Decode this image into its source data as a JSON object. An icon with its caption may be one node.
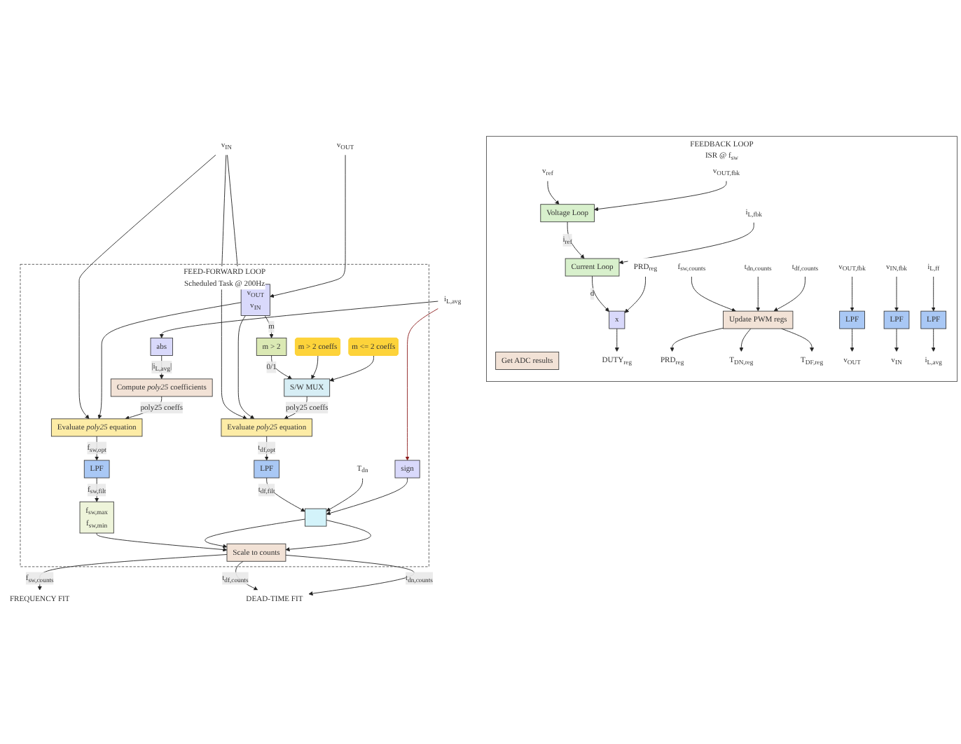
{
  "diagram": {
    "nodes": [
      {
        "text": [
          "FEED-FORWARD LOOP",
          "Scheduled Task @ 200Hz"
        ]
      },
      {
        "text": [
          "i$_{L,avg}$"
        ]
      },
      {
        "text": [
          "v$_{IN}$"
        ]
      },
      {
        "text": [
          "v$_{OUT}$"
        ]
      },
      {
        "text": [
          "v$_{OUT}$",
          "v$_{IN}$"
        ],
        "in": 0
      },
      {
        "text": [
          "abs"
        ],
        "in": 0
      },
      {
        "text": [
          "Compute *poly25* coefficients"
        ],
        "in": 0
      },
      {
        "text": [
          "Evaluate *poly25* equation"
        ],
        "in": 0
      },
      {
        "text": [
          "LPF"
        ],
        "in": 0
      },
      {
        "text": [
          "f$_{sw,max}$",
          "f$_{sw,min}$"
        ],
        "in": 0
      },
      {
        "text": [
          "m > 2"
        ],
        "in": 0
      },
      {
        "text": [
          "m > 2 coeffs"
        ],
        "in": 0
      },
      {
        "text": [
          "m <= 2 coeffs"
        ],
        "in": 0
      },
      {
        "text": [
          "S/W MUX"
        ],
        "in": 0
      },
      {
        "text": [
          "Evaluate *poly25* equation"
        ],
        "in": 0
      },
      {
        "text": [
          "LPF"
        ],
        "in": 0
      },
      {
        "text": [
          "sign"
        ],
        "in": 0
      },
      {
        "text": [
          "T$_{dn}$"
        ],
        "in": 0
      },
      {
        "text": [],
        "shape": "box",
        "in": 0
      },
      {
        "text": [
          "Scale to counts"
        ],
        "in": 0
      },
      {
        "text": [
          "FREQUENCY FIT"
        ]
      },
      {
        "text": [
          "DEAD-TIME FIT"
        ]
      },
      {
        "text": [
          "FEEDBACK LOOP",
          "ISR @ f$_{sw}$"
        ]
      },
      {
        "text": [
          "Get ADC results"
        ],
        "in": 22
      },
      {
        "text": [
          "v$_{ref}$"
        ],
        "in": 22
      },
      {
        "text": [
          "v$_{OUT,fbk}$"
        ],
        "in": 22
      },
      {
        "text": [
          "Voltage Loop"
        ],
        "in": 22
      },
      {
        "text": [
          "i$_{L,fbk}$"
        ],
        "in": 22
      },
      {
        "text": [
          "Current Loop"
        ],
        "in": 22
      },
      {
        "text": [
          "PRD$_{reg}$"
        ],
        "in": 22
      },
      {
        "text": [
          "x"
        ],
        "in": 22
      },
      {
        "text": [
          "DUTY$_{reg}$"
        ],
        "in": 22
      },
      {
        "text": [
          "f$_{sw,counts}$"
        ],
        "in": 22
      },
      {
        "text": [
          "t$_{dn,counts}$"
        ],
        "in": 22
      },
      {
        "text": [
          "t$_{df,counts}$"
        ],
        "in": 22
      },
      {
        "text": [
          "Update PWM regs"
        ],
        "in": 22
      },
      {
        "text": [
          "PRD$_{reg}$"
        ],
        "in": 22
      },
      {
        "text": [
          "T$_{DN,reg}$"
        ],
        "in": 22
      },
      {
        "text": [
          "T$_{DF,reg}$"
        ],
        "in": 22
      },
      {
        "text": [
          "v$_{OUT,fbk}$"
        ],
        "in": 22
      },
      {
        "text": [
          "LPF"
        ],
        "in": 22
      },
      {
        "text": [
          "v$_{OUT}$"
        ],
        "in": 22
      },
      {
        "text": [
          "v$_{IN,fbk}$"
        ],
        "in": 22
      },
      {
        "text": [
          "LPF"
        ],
        "in": 22
      },
      {
        "text": [
          "v$_{IN}$"
        ],
        "in": 22
      },
      {
        "text": [
          "i$_{L,ff}$"
        ],
        "in": 22
      },
      {
        "text": [
          "LPF"
        ],
        "in": 22
      },
      {
        "text": [
          "i$_{L,avg}$"
        ],
        "in": 22
      }
    ],
    "edges": [
      {
        "from": 1,
        "to": 5,
        "arrow": "to"
      },
      {
        "from": 1,
        "to": 16,
        "arrow": "to",
        "color": "#8b1a1a"
      },
      {
        "from": 2,
        "to": 4,
        "arrow": "to"
      },
      {
        "from": 3,
        "to": 4,
        "arrow": "to"
      },
      {
        "from": 2,
        "to": 7,
        "arrow": "to"
      },
      {
        "from": 2,
        "to": 14,
        "arrow": "to"
      },
      {
        "from": 4,
        "to": 7,
        "arrow": "to"
      },
      {
        "from": 4,
        "to": 14,
        "arrow": "to"
      },
      {
        "from": 4,
        "to": 10,
        "arrow": "to",
        "label": "m"
      },
      {
        "from": 5,
        "to": 6,
        "arrow": "to",
        "label": "|i$_{L,avg}$|"
      },
      {
        "from": 6,
        "to": 7,
        "arrow": "to",
        "label": "poly25 coeffs"
      },
      {
        "from": 7,
        "to": 8,
        "arrow": "to",
        "label": "f$_{sw,opt}$"
      },
      {
        "from": 8,
        "to": 9,
        "arrow": "to",
        "label": "f$_{sw,filt}$"
      },
      {
        "from": 9,
        "to": 19,
        "arrow": "to"
      },
      {
        "from": 19,
        "to": 20,
        "arrow": "to",
        "label": "f$_{sw,counts}$"
      },
      {
        "from": 10,
        "to": 13,
        "arrow": "to",
        "label": "0/1"
      },
      {
        "from": 11,
        "to": 13,
        "arrow": "to"
      },
      {
        "from": 12,
        "to": 13,
        "arrow": "to"
      },
      {
        "from": 13,
        "to": 14,
        "arrow": "to",
        "label": "poly25 coeffs"
      },
      {
        "from": 14,
        "to": 15,
        "arrow": "to",
        "label": "t$_{df,opt}$"
      },
      {
        "from": 15,
        "to": 18,
        "arrow": "to",
        "label": "t$_{df,filt}$"
      },
      {
        "from": 17,
        "to": 18,
        "arrow": "to"
      },
      {
        "from": 16,
        "to": 18,
        "arrow": "to"
      },
      {
        "from": 18,
        "to": 19,
        "arrow": "to"
      },
      {
        "from": 18,
        "to": 19,
        "arrow": "to"
      },
      {
        "from": 19,
        "to": 21,
        "arrow": "to",
        "label": "t$_{df,counts}$"
      },
      {
        "from": 19,
        "to": 21,
        "arrow": "to",
        "label": "t$_{dn,counts}$"
      },
      {
        "from": 24,
        "to": 26,
        "arrow": "to"
      },
      {
        "from": 25,
        "to": 26,
        "arrow": "to"
      },
      {
        "from": 26,
        "to": 28,
        "arrow": "to",
        "label": "i$_{ref}$"
      },
      {
        "from": 27,
        "to": 28,
        "arrow": "to"
      },
      {
        "from": 28,
        "to": 30,
        "arrow": "to",
        "label": "d"
      },
      {
        "from": 29,
        "to": 30,
        "arrow": "to"
      },
      {
        "from": 30,
        "to": 31,
        "arrow": "to"
      },
      {
        "from": 32,
        "to": 35,
        "arrow": "to"
      },
      {
        "from": 33,
        "to": 35,
        "arrow": "to"
      },
      {
        "from": 34,
        "to": 35,
        "arrow": "to"
      },
      {
        "from": 35,
        "to": 36,
        "arrow": "to"
      },
      {
        "from": 35,
        "to": 37,
        "arrow": "to"
      },
      {
        "from": 35,
        "to": 38,
        "arrow": "to"
      },
      {
        "from": 39,
        "to": 40,
        "arrow": "to"
      },
      {
        "from": 40,
        "to": 41,
        "arrow": "to"
      },
      {
        "from": 42,
        "to": 43,
        "arrow": "to"
      },
      {
        "from": 43,
        "to": 44,
        "arrow": "to"
      },
      {
        "from": 45,
        "to": 46,
        "arrow": "to"
      },
      {
        "from": 46,
        "to": 47,
        "arrow": "to"
      }
    ]
  }
}
